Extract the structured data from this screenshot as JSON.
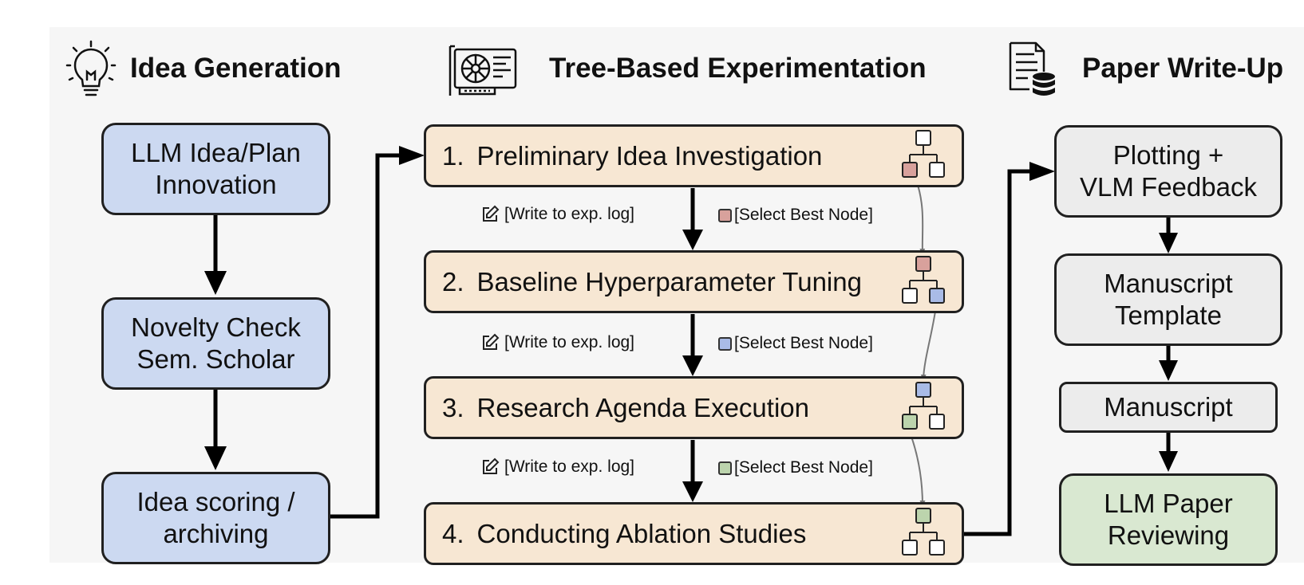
{
  "columns": {
    "idea": {
      "title": "Idea Generation",
      "icon": "lightbulb-icon",
      "boxes": [
        "LLM Idea/Plan\nInnovation",
        "Novelty Check\nSem. Scholar",
        "Idea scoring /\narchiving"
      ]
    },
    "experimentation": {
      "title": "Tree-Based Experimentation",
      "icon": "gpu-card-icon",
      "stages": [
        {
          "num": "1.",
          "label": "Preliminary Idea Investigation"
        },
        {
          "num": "2.",
          "label": "Baseline Hyperparameter Tuning"
        },
        {
          "num": "3.",
          "label": "Research Agenda Execution"
        },
        {
          "num": "4.",
          "label": "Conducting Ablation Studies"
        }
      ],
      "notes": [
        {
          "log": "[Write to exp. log]",
          "select": "[Select Best Node]",
          "color": "#d8a19c"
        },
        {
          "log": "[Write to exp. log]",
          "select": "[Select Best Node]",
          "color": "#a9bbe6"
        },
        {
          "log": "[Write to exp. log]",
          "select": "[Select Best Node]",
          "color": "#bcd4ad"
        }
      ]
    },
    "writeup": {
      "title": "Paper Write-Up",
      "icon": "document-database-icon",
      "boxes": [
        "Plotting +\nVLM Feedback",
        "Manuscript\nTemplate",
        "Manuscript",
        "LLM Paper\nReviewing"
      ]
    }
  },
  "colors": {
    "idea_box": "#ccd9f1",
    "stage_box": "#f7e7d3",
    "writeup_box": "#ececec",
    "review_box": "#d9e8d1",
    "node_red": "#d8a19c",
    "node_blue": "#a9bbe6",
    "node_green": "#bcd4ad"
  }
}
